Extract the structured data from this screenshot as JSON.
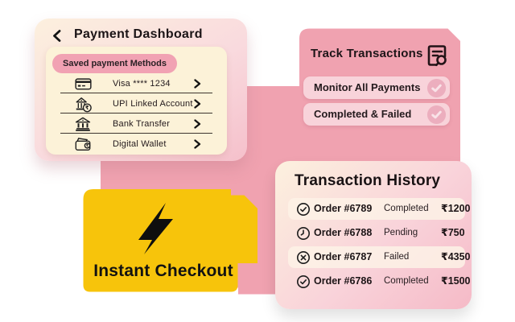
{
  "colors": {
    "blob_pink": "#F0A2B0",
    "section_pill_pink": "#F1A2B3",
    "track_item_bg": "#F8D3DA",
    "badge_pink": "#ECAEBE",
    "folder_yellow": "#F7C40B",
    "panel_cream": "#FCF2D8",
    "ink": "#1E1518"
  },
  "payment_dashboard": {
    "title": "Payment Dashboard",
    "section_label": "Saved payment Methods",
    "methods": [
      {
        "icon": "credit-card-icon",
        "label": "Visa **** 1234"
      },
      {
        "icon": "upi-bank-icon",
        "label": "UPI Linked Account"
      },
      {
        "icon": "bank-icon",
        "label": "Bank Transfer"
      },
      {
        "icon": "wallet-icon",
        "label": "Digital Wallet"
      }
    ]
  },
  "track_transactions": {
    "title": "Track Transactions",
    "icon": "document-search-icon",
    "items": [
      {
        "label": "Monitor All Payments"
      },
      {
        "label": "Completed & Failed"
      }
    ]
  },
  "instant_checkout": {
    "label": "Instant Checkout",
    "icon": "lightning-bolt-icon"
  },
  "transaction_history": {
    "title": "Transaction History",
    "rows": [
      {
        "icon": "check-circle-icon",
        "order": "Order #6789",
        "status": "Completed",
        "amount": "₹1200"
      },
      {
        "icon": "clock-icon",
        "order": "Order #6788",
        "status": "Pending",
        "amount": "₹750"
      },
      {
        "icon": "x-circle-icon",
        "order": "Order #6787",
        "status": "Failed",
        "amount": "₹4350"
      },
      {
        "icon": "check-circle-icon",
        "order": "Order #6786",
        "status": "Completed",
        "amount": "₹1500"
      }
    ]
  }
}
